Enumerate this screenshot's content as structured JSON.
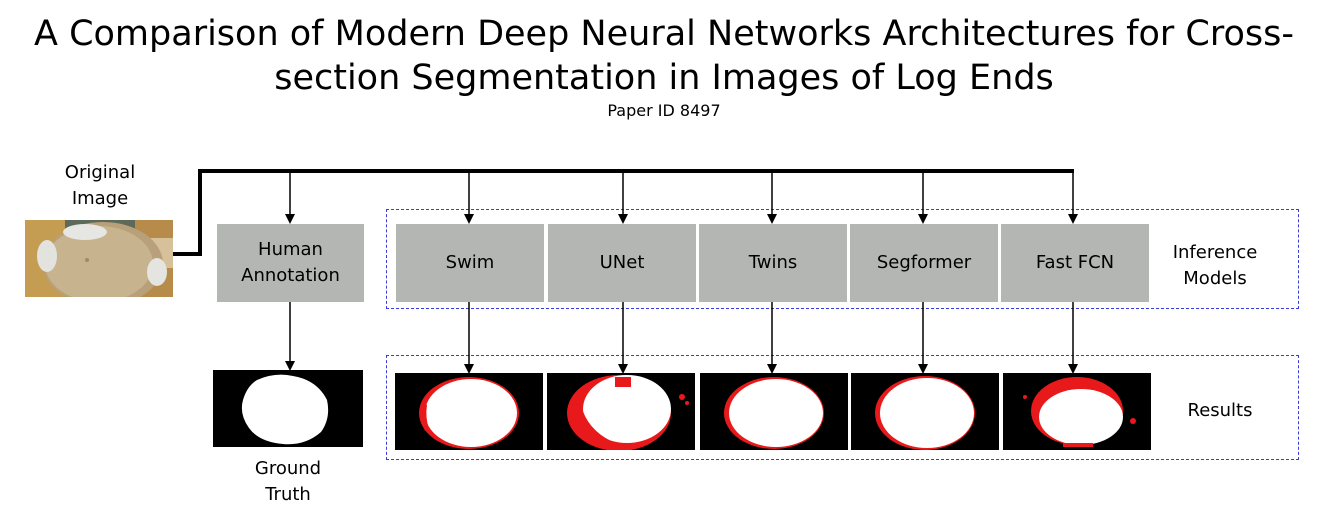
{
  "title": {
    "line1": "A Comparison of Modern Deep Neural Networks Architectures for Cross-",
    "line2": "section Segmentation in Images of Log Ends",
    "paper_id": "Paper ID 8497"
  },
  "input": {
    "line1": "Original",
    "line2": "Image"
  },
  "annotation": {
    "line1": "Human",
    "line2": "Annotation"
  },
  "ground_truth": {
    "line1": "Ground",
    "line2": "Truth"
  },
  "models": [
    {
      "label": "Swim"
    },
    {
      "label": "UNet"
    },
    {
      "label": "Twins"
    },
    {
      "label": "Segformer"
    },
    {
      "label": "Fast FCN"
    }
  ],
  "inference_label": {
    "line1": "Inference",
    "line2": "Models"
  },
  "results_label": "Results",
  "colors": {
    "box_fill": "#b4b6b4",
    "dashed_border": "#3b3bd8",
    "error_red": "#e8191a",
    "mask_background": "#000000",
    "mask_foreground": "#ffffff"
  }
}
